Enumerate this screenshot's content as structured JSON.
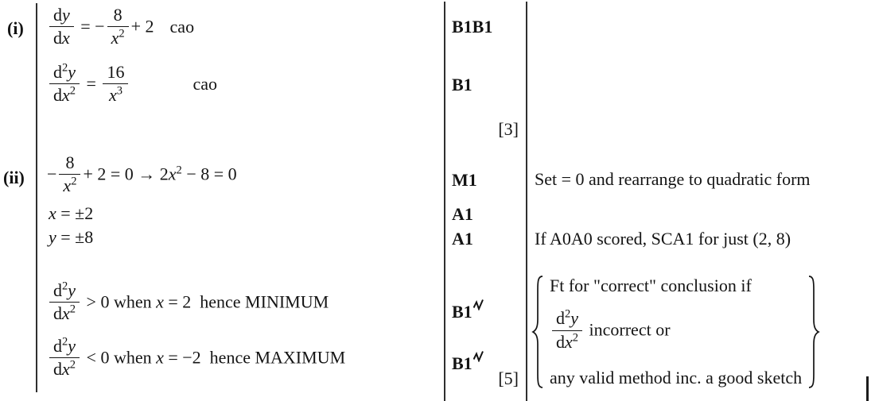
{
  "ink_color": "#141414",
  "parts": {
    "i": {
      "label": "(i)",
      "eq1": [
        {
          "frac": {
            "num": [
              {
                "t": "d"
              },
              {
                "t": "y",
                "cls": "it"
              }
            ],
            "den": [
              {
                "t": "d"
              },
              {
                "t": "x",
                "cls": "it"
              }
            ]
          }
        },
        {
          "t": " = −"
        },
        {
          "frac": {
            "num": [
              {
                "t": "8"
              }
            ],
            "den": [
              {
                "t": "x",
                "cls": "it"
              },
              {
                "t": "2",
                "sup": true
              }
            ]
          }
        },
        {
          "t": "+ 2"
        },
        {
          "t": "cao",
          "cls": "note"
        }
      ],
      "eq2": [
        {
          "frac": {
            "num": [
              {
                "t": "d"
              },
              {
                "t": "2",
                "sup": true
              },
              {
                "t": "y",
                "cls": "it"
              }
            ],
            "den": [
              {
                "t": "d"
              },
              {
                "t": "x",
                "cls": "it"
              },
              {
                "t": "2",
                "sup": true
              }
            ]
          }
        },
        {
          "t": " = "
        },
        {
          "frac": {
            "num": [
              {
                "t": "16"
              }
            ],
            "den": [
              {
                "t": "x",
                "cls": "it"
              },
              {
                "t": "3",
                "sup": true
              }
            ]
          }
        },
        {
          "t": "cao",
          "cls": "note-far"
        }
      ],
      "marks": {
        "row1": "B1B1",
        "row2": "B1",
        "total": "[3]"
      }
    },
    "ii": {
      "label": "(ii)",
      "eq1": [
        {
          "t": "−"
        },
        {
          "frac": {
            "num": [
              {
                "t": "8"
              }
            ],
            "den": [
              {
                "t": "x",
                "cls": "it"
              },
              {
                "t": "2",
                "sup": true
              }
            ]
          }
        },
        {
          "t": "+ 2 = 0 → 2"
        },
        {
          "t": "x",
          "cls": "it"
        },
        {
          "t": "2",
          "sup": true
        },
        {
          "t": " − 8 = 0"
        }
      ],
      "eq2": [
        {
          "t": "x",
          "cls": "it"
        },
        {
          "t": " = ±2"
        }
      ],
      "eq3": [
        {
          "t": "y",
          "cls": "it"
        },
        {
          "t": " = ±8"
        }
      ],
      "eq4": [
        {
          "frac": {
            "num": [
              {
                "t": "d"
              },
              {
                "t": "2",
                "sup": true
              },
              {
                "t": "y",
                "cls": "it"
              }
            ],
            "den": [
              {
                "t": "d"
              },
              {
                "t": "x",
                "cls": "it"
              },
              {
                "t": "2",
                "sup": true
              }
            ]
          }
        },
        {
          "t": " > 0 when "
        },
        {
          "t": "x",
          "cls": "it"
        },
        {
          "t": " = 2  hence MINIMUM"
        }
      ],
      "eq5": [
        {
          "frac": {
            "num": [
              {
                "t": "d"
              },
              {
                "t": "2",
                "sup": true
              },
              {
                "t": "y",
                "cls": "it"
              }
            ],
            "den": [
              {
                "t": "d"
              },
              {
                "t": "x",
                "cls": "it"
              },
              {
                "t": "2",
                "sup": true
              }
            ]
          }
        },
        {
          "t": " < 0 when "
        },
        {
          "t": "x",
          "cls": "it"
        },
        {
          "t": " = −2  hence MAXIMUM"
        }
      ],
      "marks": {
        "row1": "M1",
        "row2": "A1",
        "row3": "A1",
        "row4": "B1",
        "row5": "B1",
        "total": "[5]"
      },
      "comments": {
        "c1": "Set = 0 and rearrange to quadratic form",
        "c2": "If A0A0 scored, SCA1 for just (2, 8)",
        "brace_line1": "Ft for \"correct\" conclusion if",
        "brace_line2": [
          {
            "frac": {
              "num": [
                {
                  "t": "d"
                },
                {
                  "t": "2",
                  "sup": true
                },
                {
                  "t": "y",
                  "cls": "it"
                }
              ],
              "den": [
                {
                  "t": "d"
                },
                {
                  "t": "x",
                  "cls": "it"
                },
                {
                  "t": "2",
                  "sup": true
                }
              ]
            }
          },
          {
            "t": " incorrect or"
          }
        ],
        "brace_line3": "any valid method inc. a good sketch"
      }
    }
  }
}
